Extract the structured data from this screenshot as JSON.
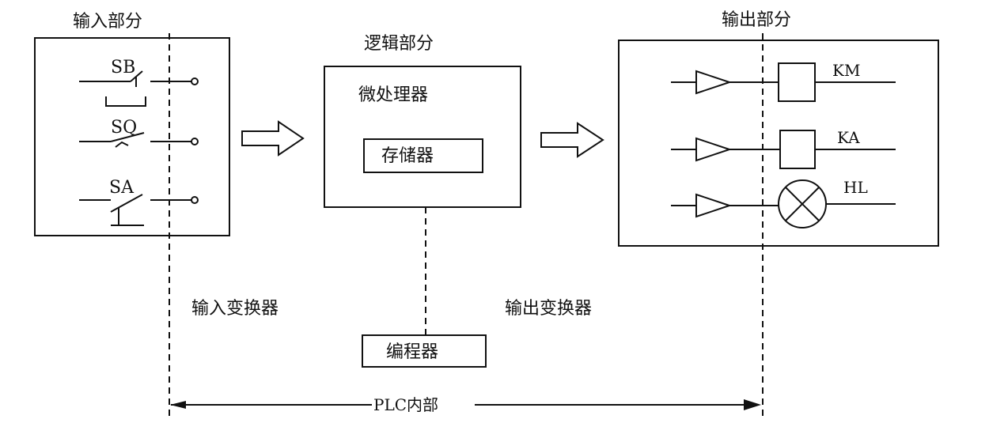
{
  "titles": {
    "input_section": "输入部分",
    "logic_section": "逻辑部分",
    "output_section": "输出部分"
  },
  "logic": {
    "microprocessor": "微处理器",
    "memory": "存储器"
  },
  "inputs": {
    "sb": "SB",
    "sq": "SQ",
    "sa": "SA"
  },
  "outputs": {
    "km": "KM",
    "ka": "KA",
    "hl": "HL"
  },
  "converters": {
    "input": "输入变换器",
    "output": "输出变换器"
  },
  "programmer": "编程器",
  "plc_internal": "PLC内部",
  "colors": {
    "stroke": "#111111",
    "background": "#ffffff"
  }
}
